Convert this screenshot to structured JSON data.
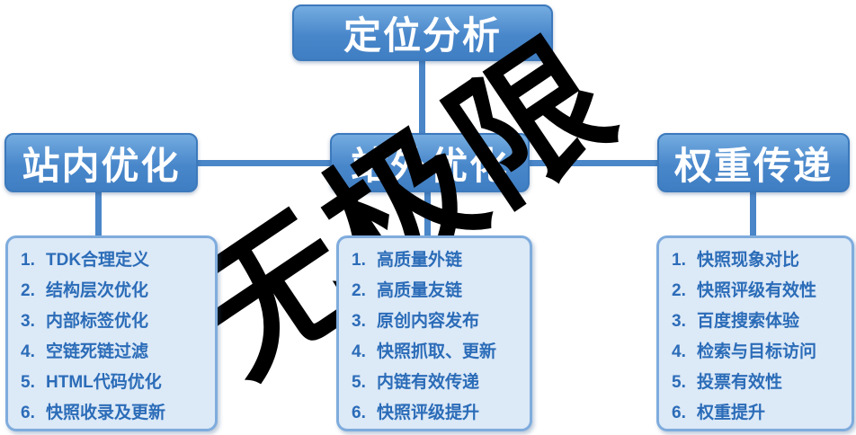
{
  "root": {
    "label": "定位分析"
  },
  "columns": [
    {
      "header": "站内优化",
      "items": [
        {
          "num": "1.",
          "label": "TDK合理定义"
        },
        {
          "num": "2.",
          "label": "结构层次优化"
        },
        {
          "num": "3.",
          "label": "内部标签优化"
        },
        {
          "num": "4.",
          "label": "空链死链过滤"
        },
        {
          "num": "5.",
          "label": "HTML代码优化"
        },
        {
          "num": "6.",
          "label": "快照收录及更新"
        }
      ]
    },
    {
      "header": "站外优化",
      "items": [
        {
          "num": "1.",
          "label": "高质量外链"
        },
        {
          "num": "2.",
          "label": "高质量友链"
        },
        {
          "num": "3.",
          "label": "原创内容发布"
        },
        {
          "num": "4.",
          "label": "快照抓取、更新"
        },
        {
          "num": "5.",
          "label": "内链有效传递"
        },
        {
          "num": "6.",
          "label": "快照评级提升"
        }
      ]
    },
    {
      "header": "权重传递",
      "items": [
        {
          "num": "1.",
          "label": "快照现象对比"
        },
        {
          "num": "2.",
          "label": "快照评级有效性"
        },
        {
          "num": "3.",
          "label": "百度搜索体验"
        },
        {
          "num": "4.",
          "label": "检索与目标访问"
        },
        {
          "num": "5.",
          "label": "投票有效性"
        },
        {
          "num": "6.",
          "label": "权重提升"
        }
      ]
    }
  ],
  "watermark": {
    "text": "无极限"
  },
  "colors": {
    "node_blue": "#4A86C8",
    "node_blue_light": "#74ACE0",
    "panel_bg": "#DCE9F7",
    "panel_border": "#7FACDD",
    "item_text": "#2B6CB8",
    "connector": "#4A86C8",
    "watermark": "#000000"
  }
}
